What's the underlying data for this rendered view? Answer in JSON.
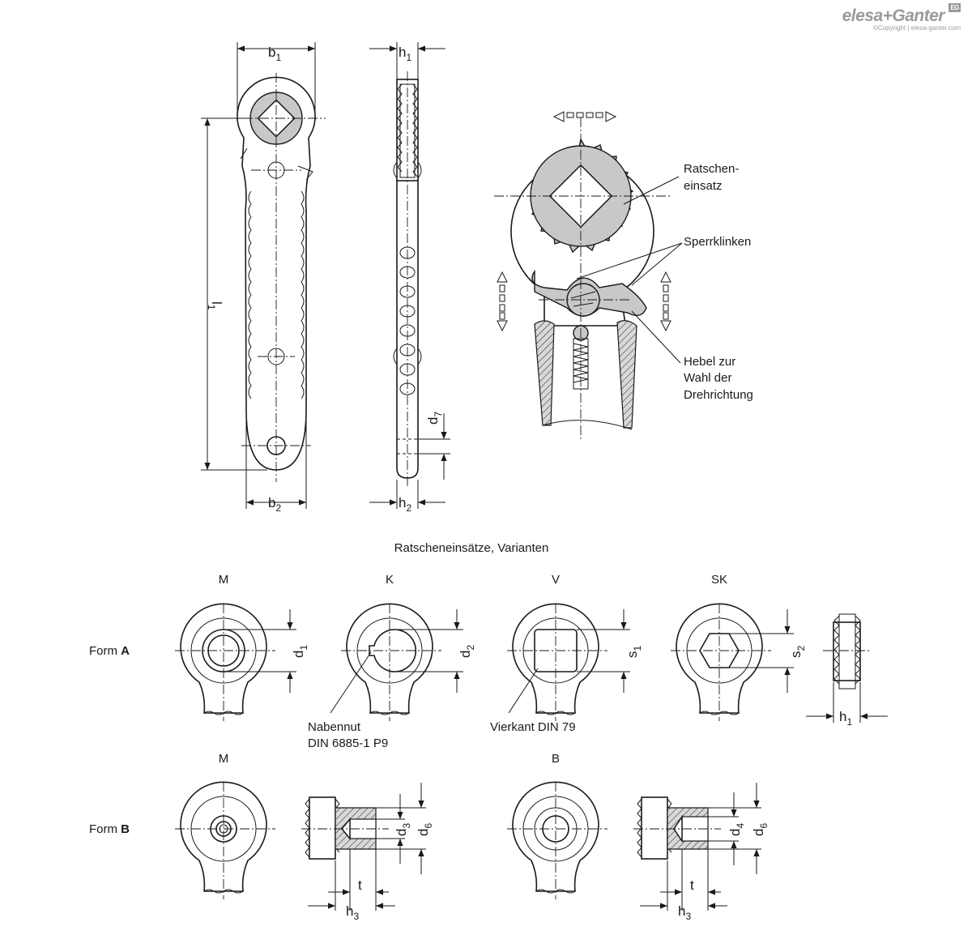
{
  "logo": {
    "brand": "elesa+Ganter",
    "badge": "EG",
    "copyright": "©Copyright | elesa-ganter.com"
  },
  "dims": {
    "b1": "b",
    "b1_sub": "1",
    "b2": "b",
    "b2_sub": "2",
    "l1": "l",
    "l1_sub": "1",
    "h1": "h",
    "h1_sub": "1",
    "h2": "h",
    "h2_sub": "2",
    "d7": "d",
    "d7_sub": "7",
    "d1": "d",
    "d1_sub": "1",
    "d2": "d",
    "d2_sub": "2",
    "s1": "s",
    "s1_sub": "1",
    "s2": "s",
    "s2_sub": "2",
    "h1b": "h",
    "h1b_sub": "1",
    "d3": "d",
    "d3_sub": "3",
    "d6a": "d",
    "d6a_sub": "6",
    "ta": "t",
    "h3a": "h",
    "h3a_sub": "3",
    "d4": "d",
    "d4_sub": "4",
    "d6b": "d",
    "d6b_sub": "6",
    "tb": "t",
    "h3b": "h",
    "h3b_sub": "3"
  },
  "callouts": {
    "ratchet_insert_l1": "Ratschen-",
    "ratchet_insert_l2": "einsatz",
    "pawls": "Sperrklinken",
    "lever_l1": "Hebel zur",
    "lever_l2": "Wahl der",
    "lever_l3": "Drehrichtung"
  },
  "variants": {
    "heading": "Ratscheneinsätze, Varianten",
    "col_m": "M",
    "col_k": "K",
    "col_v": "V",
    "col_sk": "SK",
    "col_m2": "M",
    "col_b": "B",
    "form_a_prefix": "Form ",
    "form_a_letter": "A",
    "form_b_prefix": "Form ",
    "form_b_letter": "B",
    "keyway_l1": "Nabennut",
    "keyway_l2": "DIN 6885-1 P9",
    "square": "Vierkant DIN 79"
  }
}
